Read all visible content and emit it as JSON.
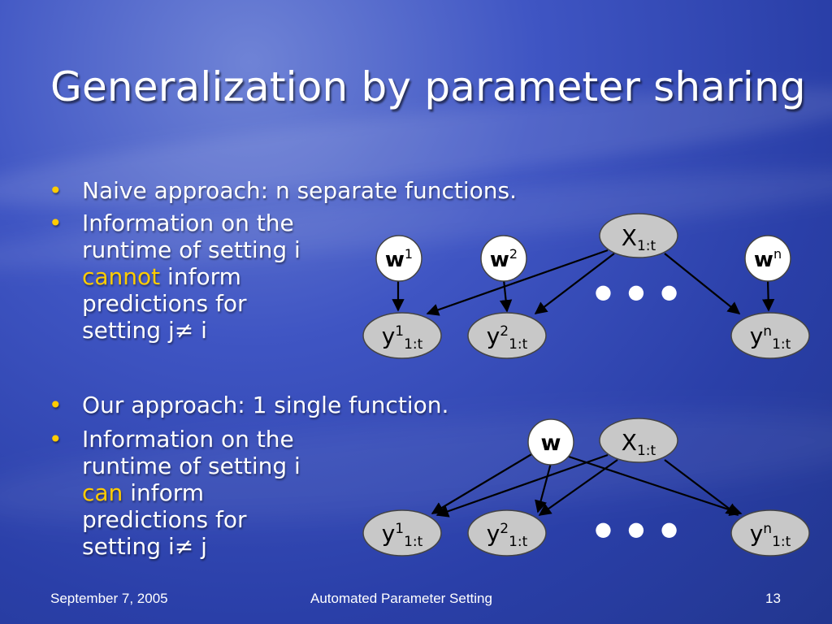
{
  "slide": {
    "title": "Generalization by parameter sharing"
  },
  "bullets": [
    {
      "text": "Naive approach: n separate functions."
    },
    {
      "lines": [
        "Information on the",
        "runtime of setting i"
      ],
      "highlight": "cannot",
      "after": " inform",
      "lines2": [
        "predictions for",
        "setting j≠ i"
      ]
    },
    {
      "text": "Our approach: 1 single function."
    },
    {
      "lines": [
        "Information on the",
        "runtime of setting i"
      ],
      "highlight": "can",
      "after": " inform",
      "lines2": [
        "predictions for",
        "setting i≠ j"
      ]
    }
  ],
  "diagram1": {
    "nodes": {
      "w1": {
        "base": "w",
        "sup": "1"
      },
      "w2": {
        "base": "w",
        "sup": "2"
      },
      "wn": {
        "base": "w",
        "sup": "n"
      },
      "x": {
        "base": "X",
        "sub": "1:t"
      },
      "y1": {
        "base": "y",
        "sup": "1",
        "sub": "1:t"
      },
      "y2": {
        "base": "y",
        "sup": "2",
        "sub": "1:t"
      },
      "yn": {
        "base": "y",
        "sup": "n",
        "sub": "1:t"
      }
    },
    "ellipsis": "● ● ●"
  },
  "diagram2": {
    "nodes": {
      "w": {
        "base": "w"
      },
      "x": {
        "base": "X",
        "sub": "1:t"
      },
      "y1": {
        "base": "y",
        "sup": "1",
        "sub": "1:t"
      },
      "y2": {
        "base": "y",
        "sup": "2",
        "sub": "1:t"
      },
      "yn": {
        "base": "y",
        "sup": "n",
        "sub": "1:t"
      }
    },
    "ellipsis": "● ● ●"
  },
  "footer": {
    "date": "September 7, 2005",
    "center": "Automated Parameter Setting",
    "page": "13"
  },
  "colors": {
    "accent": "#ffcc00",
    "node_fill_gray": "#c8c8c8",
    "node_fill_white": "#ffffff",
    "edge": "#000000"
  }
}
